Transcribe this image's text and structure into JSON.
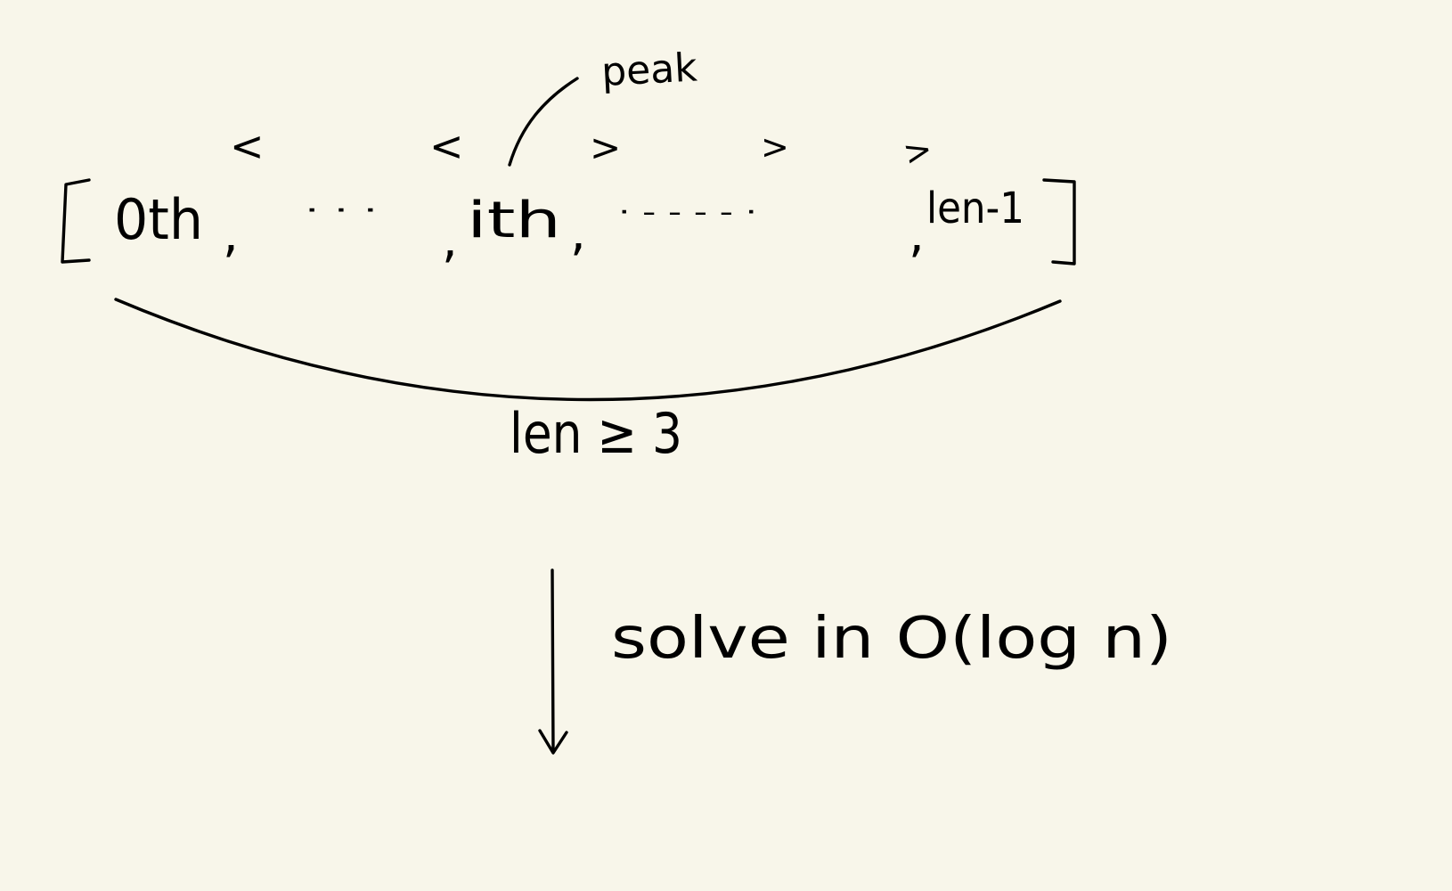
{
  "note": {
    "peak_label": "peak",
    "comparators": [
      "<",
      "<",
      ">",
      ">",
      ">"
    ],
    "elements": {
      "first": "0th",
      "middle": "ith",
      "last": "len-1"
    },
    "separators": [
      ",",
      ",",
      ",",
      ","
    ],
    "ellipses": [
      "· · ·",
      "· - - - - ·"
    ],
    "length_condition": "len ≥ 3",
    "requirement": "solve in O(log n)",
    "colors": {
      "ink": "#000000",
      "paper": "#f8f6ea"
    }
  }
}
